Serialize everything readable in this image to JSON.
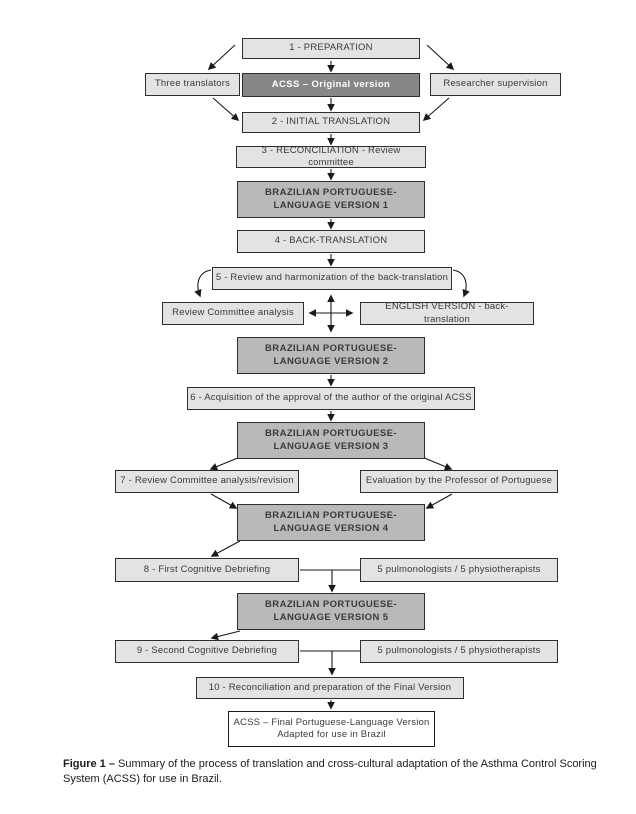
{
  "diagram": {
    "boxes": {
      "step1": "1 - PREPARATION",
      "threeTranslators": "Three translators",
      "acssOriginal": "ACSS – Original version",
      "researcherSupervision": "Researcher supervision",
      "step2": "2 - INITIAL TRANSLATION",
      "step3": "3 - RECONCILIATION - Review committee",
      "version1": "BRAZILIAN PORTUGUESE-\nLANGUAGE VERSION 1",
      "step4": "4 - BACK-TRANSLATION",
      "step5": "5 - Review and harmonization of the back-translation",
      "reviewCommitteeAnalysis": "Review Committee analysis",
      "englishVersion": "ENGLISH VERSION - back-translation",
      "version2": "BRAZILIAN PORTUGUESE-\nLANGUAGE VERSION 2",
      "step6": "6 - Acquisition of the approval of the author of the original ACSS",
      "version3": "BRAZILIAN PORTUGUESE-\nLANGUAGE VERSION 3",
      "step7": "7 - Review Committee analysis/revision",
      "evaluationProfessor": "Evaluation by the Professor of Portuguese",
      "version4": "BRAZILIAN PORTUGUESE-\nLANGUAGE VERSION 4",
      "step8": "8 - First Cognitive Debriefing",
      "pulmonologistsA": "5 pulmonologists / 5 physiotherapists",
      "version5": "BRAZILIAN PORTUGUESE-\nLANGUAGE VERSION 5",
      "step9": "9 - Second Cognitive Debriefing",
      "pulmonologistsB": "5 pulmonologists / 5 physiotherapists",
      "step10": "10 - Reconciliation and preparation of the Final Version",
      "finalVersion": "ACSS – Final Portuguese-Language Version\nAdapted for use in Brazil"
    },
    "colors": {
      "boxLight": "#e3e3e3",
      "boxMid": "#b9b9b9",
      "boxDark": "#878787",
      "border": "#2e2e2e",
      "arrow": "#1a1a1a"
    }
  },
  "caption": {
    "label": "Figure 1 –",
    "text": "Summary of the process of translation and cross-cultural adaptation of the Asthma Control Scoring System (ACSS) for use in Brazil."
  }
}
